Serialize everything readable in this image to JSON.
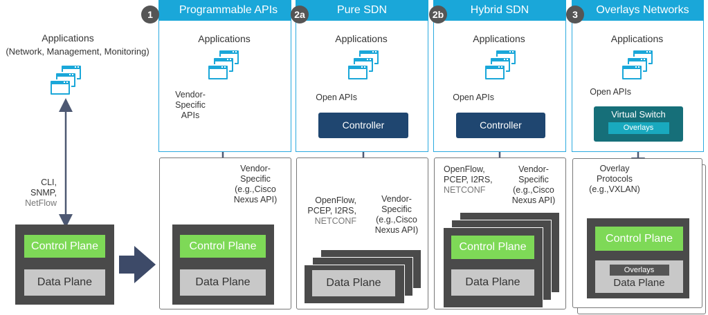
{
  "left": {
    "apps_title": "Applications",
    "apps_subtitle": "(Network, Management, Monitoring)",
    "protocols": [
      "CLI,",
      "SNMP,",
      "NetFlow"
    ],
    "control_plane": "Control Plane",
    "data_plane": "Data Plane"
  },
  "columns": [
    {
      "badge": "1",
      "title": "Programmable APIs",
      "apps": "Applications",
      "upper_label": [
        "Vendor-",
        "Specific",
        "APIs"
      ],
      "lower_label": [
        "Vendor-",
        "Specific",
        "(e.g.,Cisco",
        "Nexus API)"
      ],
      "control_plane": "Control Plane",
      "data_plane": "Data Plane"
    },
    {
      "badge": "2a",
      "title": "Pure SDN",
      "apps": "Applications",
      "upper_label": "Open APIs",
      "controller": "Controller",
      "left_label": [
        "OpenFlow,",
        "PCEP, I2RS,",
        "NETCONF"
      ],
      "right_label": [
        "Vendor-",
        "Specific",
        "(e.g.,Cisco",
        "Nexus API)"
      ],
      "data_plane": "Data Plane"
    },
    {
      "badge": "2b",
      "title": "Hybrid SDN",
      "apps": "Applications",
      "upper_label": "Open APIs",
      "controller": "Controller",
      "left_label": [
        "OpenFlow,",
        "PCEP, I2RS,",
        "NETCONF"
      ],
      "right_label": [
        "Vendor-",
        "Specific",
        "(e.g.,Cisco",
        "Nexus API)"
      ],
      "control_plane": "Control Plane",
      "data_plane": "Data Plane"
    },
    {
      "badge": "3",
      "title": "Overlays Networks",
      "apps": "Applications",
      "upper_label": "Open APIs",
      "virtual_switch": "Virtual Switch",
      "vs_overlays": "Overlays",
      "lower_label": [
        "Overlay",
        "Protocols",
        "(e.g.,VXLAN)"
      ],
      "control_plane": "Control Plane",
      "dp_overlays": "Overlays",
      "data_plane": "Data Plane"
    }
  ],
  "icons": [
    "application-windows-icon",
    "arrow-right-icon",
    "double-arrow-icon"
  ],
  "colors": {
    "header_blue": "#1aa7d9",
    "controller_navy": "#1f4670",
    "control_plane_green": "#7ed957",
    "data_plane_gray": "#c8c8c8",
    "device_dark": "#4a4a4a",
    "virtual_switch_teal": "#166f79",
    "overlays_cyan": "#19a9be",
    "arrow_slate": "#4d5872"
  }
}
